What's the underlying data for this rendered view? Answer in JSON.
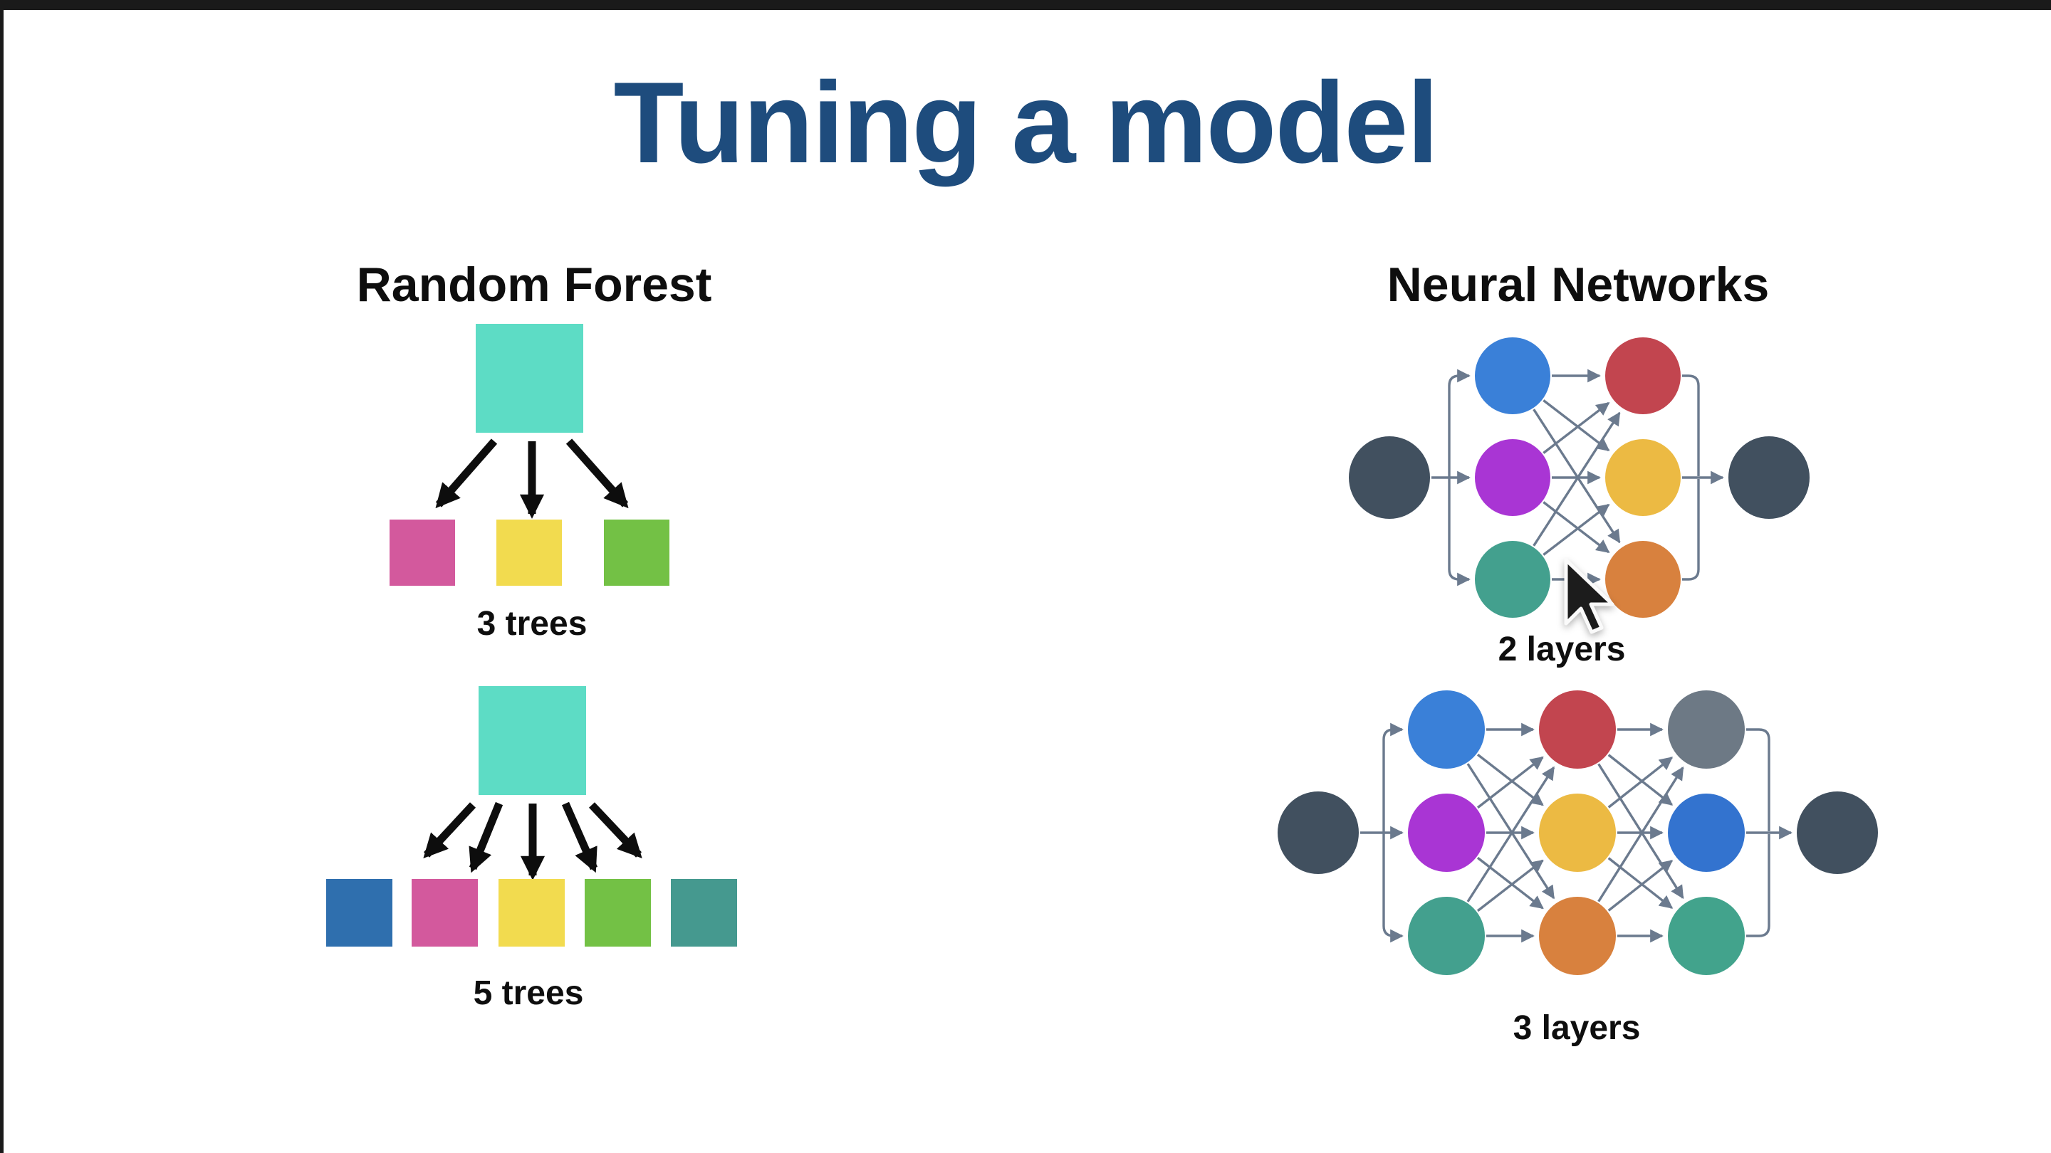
{
  "page": {
    "background": "#ffffff",
    "letterbox_color": "#1a1a1a"
  },
  "title": {
    "text": "Tuning a model",
    "color": "#1e4c7d"
  },
  "random_forest": {
    "heading": "Random Forest",
    "root_color": "#5ddcc5",
    "arrow_color": "#0d0d0d",
    "diagrams": [
      {
        "label": "3 trees",
        "leaf_colors": [
          "#d3599d",
          "#f2db4f",
          "#73c145"
        ]
      },
      {
        "label": "5 trees",
        "leaf_colors": [
          "#2f6fae",
          "#d3599d",
          "#f2db4f",
          "#73c145",
          "#45998f"
        ]
      }
    ]
  },
  "neural_networks": {
    "heading": "Neural Networks",
    "io_color": "#41505f",
    "line_color": "#6b7a8e",
    "diagrams": [
      {
        "label": "2 layers",
        "layers": [
          [
            "#3a80d8",
            "#a935d4",
            "#43a08e"
          ],
          [
            "#c2454f",
            "#ecba43",
            "#d8813e"
          ]
        ]
      },
      {
        "label": "3 layers",
        "layers": [
          [
            "#3a80d8",
            "#a935d4",
            "#43a08e"
          ],
          [
            "#c2454f",
            "#ecba43",
            "#d8813e"
          ],
          [
            "#6d7985",
            "#3373cf",
            "#42a38c"
          ]
        ]
      }
    ]
  },
  "cursor": {
    "type": "arrow-pointer",
    "fill": "#1a1a1a",
    "outline": "#fafafa"
  }
}
